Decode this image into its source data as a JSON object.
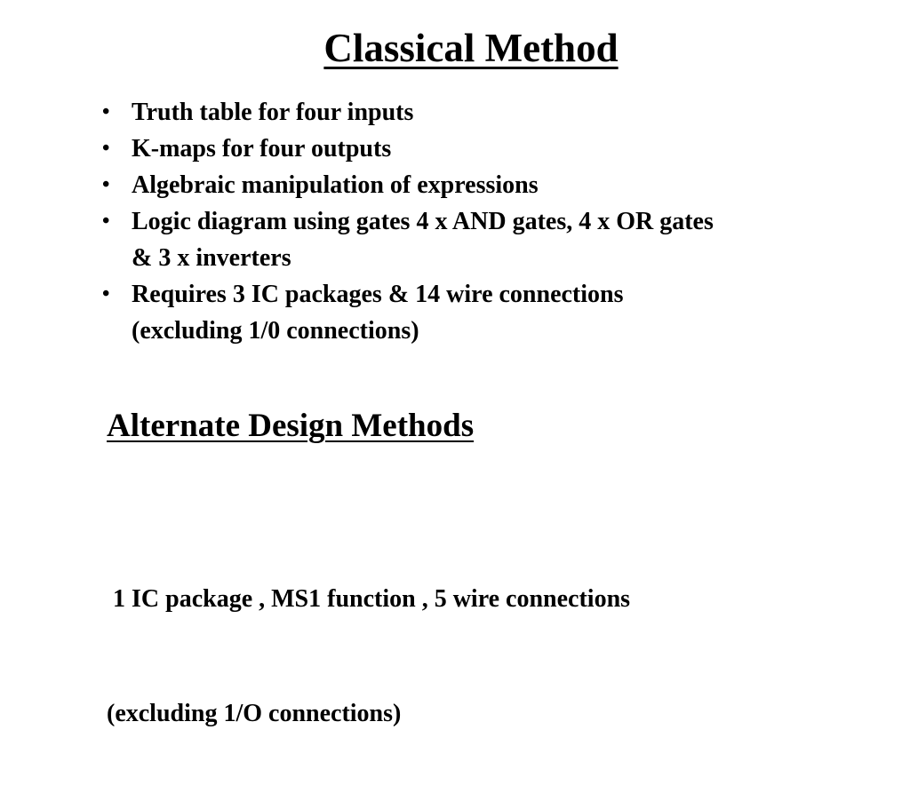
{
  "slide": {
    "title": "Classical Method",
    "bullets": [
      {
        "lines": [
          "Truth table for four inputs"
        ]
      },
      {
        "lines": [
          "K-maps for four outputs"
        ]
      },
      {
        "lines": [
          "Algebraic manipulation of expressions"
        ]
      },
      {
        "lines": [
          "Logic diagram using gates 4 x AND gates, 4 x  OR gates",
          "& 3 x  inverters"
        ]
      },
      {
        "lines": [
          "Requires 3 IC packages & 14 wire connections",
          "(excluding 1/0 connections)"
        ]
      }
    ],
    "subtitle": "Alternate Design Methods",
    "summary": {
      "line1": " 1 IC package , MS1 function , 5 wire connections",
      "line2": "(excluding 1/O connections)"
    }
  }
}
